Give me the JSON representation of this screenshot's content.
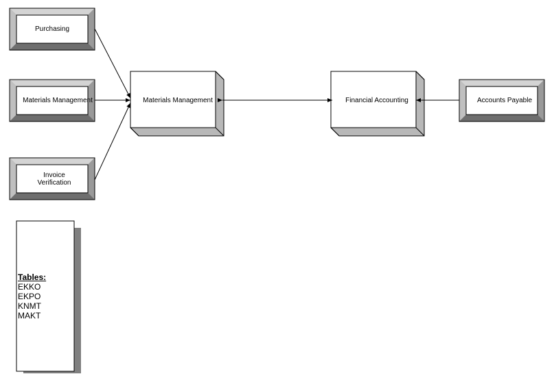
{
  "diagram": {
    "sources": {
      "purchasing": "Purchasing",
      "materials_management": "Materials Management",
      "invoice_verification_line1": "Invoice",
      "invoice_verification_line2": "Verification"
    },
    "center": {
      "materials_management": "Materials Management",
      "financial_accounting": "Financial Accounting"
    },
    "right": {
      "accounts_payable": "Accounts Payable"
    },
    "tables": {
      "header": "Tables:",
      "items": [
        "EKKO",
        "EKPO",
        "KNMT",
        "MAKT"
      ]
    }
  }
}
